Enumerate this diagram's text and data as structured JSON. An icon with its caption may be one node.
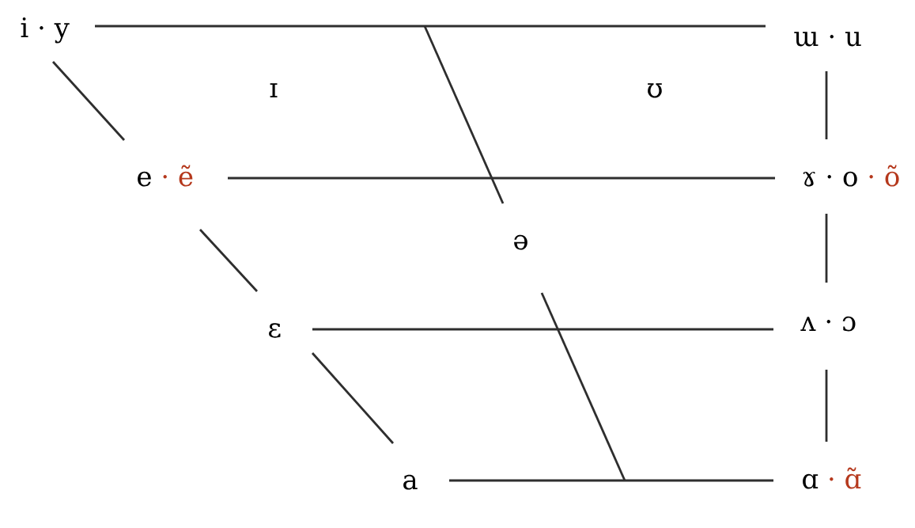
{
  "diagram": {
    "nodes": [
      {
        "text": [
          "i · y"
        ]
      },
      {
        "text": [
          "ɯ · u"
        ]
      },
      {
        "text": [
          "e",
          "· ẽ"
        ]
      },
      {
        "text": [
          "ɤ · o",
          "· õ"
        ]
      },
      {
        "text": [
          "ə"
        ]
      },
      {
        "text": [
          "ɛ"
        ]
      },
      {
        "text": [
          "ʌ · ɔ"
        ]
      },
      {
        "text": [
          "a"
        ]
      },
      {
        "text": [
          "ɑ",
          "· ɑ̃"
        ]
      }
    ],
    "edges": [
      {
        "from": 0,
        "to": 1,
        "arrow": "none"
      },
      {
        "from": 0,
        "to": 2,
        "arrow": "none"
      },
      {
        "from": 1,
        "to": 3,
        "arrow": "none"
      },
      {
        "from": 2,
        "to": 3,
        "arrow": "none"
      },
      {
        "from": 2,
        "to": 5,
        "arrow": "none"
      },
      {
        "from": 3,
        "to": 6,
        "arrow": "none"
      },
      {
        "from": null,
        "to": 4,
        "arrow": "none"
      },
      {
        "from": 5,
        "to": 6,
        "arrow": "none"
      },
      {
        "from": 5,
        "to": 7,
        "arrow": "none"
      },
      {
        "from": 6,
        "to": 8,
        "arrow": "none"
      },
      {
        "from": 4,
        "to": null,
        "arrow": "none"
      },
      {
        "from": 7,
        "to": 8,
        "arrow": "none"
      }
    ],
    "labels": [
      "ɪ",
      "ʊ"
    ]
  }
}
